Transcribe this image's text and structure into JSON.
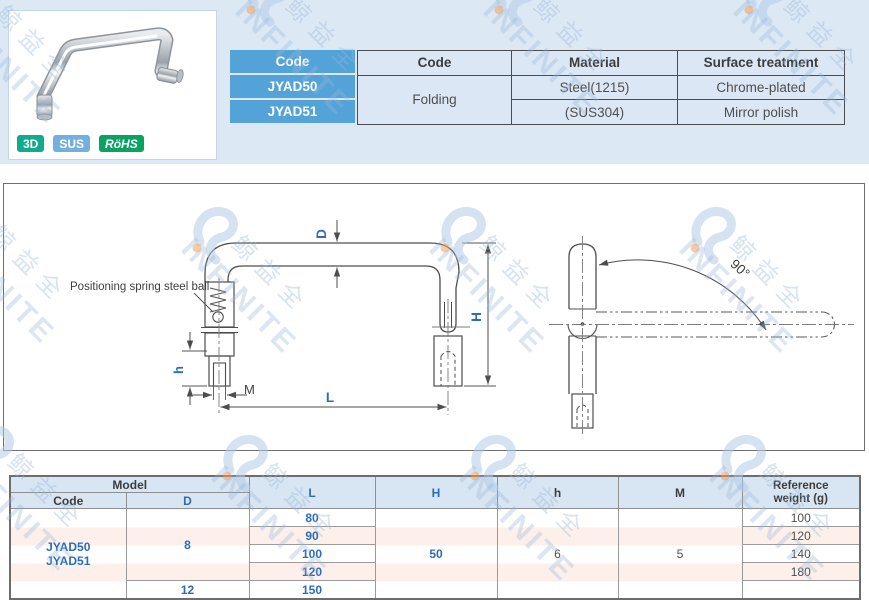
{
  "product": {
    "badges": [
      {
        "label": "3D"
      },
      {
        "label": "SUS"
      },
      {
        "label": "RöHS"
      }
    ]
  },
  "top_table": {
    "col1": {
      "header": "Code",
      "rows": [
        "JYAD50",
        "JYAD51"
      ]
    },
    "headers": {
      "type": "Code",
      "material": "Material",
      "surface": "Surface treatment"
    },
    "type_value": "Folding",
    "materials": [
      "Steel(1215)",
      "(SUS304)"
    ],
    "treatments": [
      "Chrome-plated",
      "Mirror polish"
    ]
  },
  "diagram": {
    "callout": "Positioning spring steel ball",
    "dims": {
      "D": "D",
      "H": "H",
      "h": "h",
      "M": "M",
      "L": "L",
      "angle": "90°"
    }
  },
  "bottom_table": {
    "header": {
      "model": "Model",
      "code": "Code",
      "d": "D",
      "l": "L",
      "h_upper": "H",
      "h_lower": "h",
      "m": "M",
      "ref_line1": "Reference",
      "ref_line2": "weight (g)"
    },
    "code_lines": [
      "JYAD50",
      "JYAD51"
    ],
    "d_values": {
      "d8": "8",
      "d12": "12"
    },
    "h_value": "50",
    "h_small": "6",
    "m_value": "5",
    "rows": [
      {
        "l": "80",
        "weight": "100"
      },
      {
        "l": "90",
        "weight": "120"
      },
      {
        "l": "100",
        "weight": "140"
      },
      {
        "l": "120",
        "weight": "180"
      },
      {
        "l": "150",
        "weight": ""
      }
    ]
  },
  "watermark": {
    "brand": "INFINITE",
    "cjk": "鲸益全"
  },
  "colors": {
    "band": "#dde8f5",
    "table_blue": "#54a3d8",
    "cell_blue": "#dbe7f4",
    "header_blue_bg": "#d8e5f2",
    "accent_blue_text": "#2d6cb5",
    "stripe_pink": "#fdf0ea",
    "badge_3d": "#10ab8a",
    "badge_sus": "#74b0dd",
    "badge_rohs": "#0aa263",
    "dim_label_blue": "#2e6db6",
    "line_gray": "#4d4d4d"
  }
}
